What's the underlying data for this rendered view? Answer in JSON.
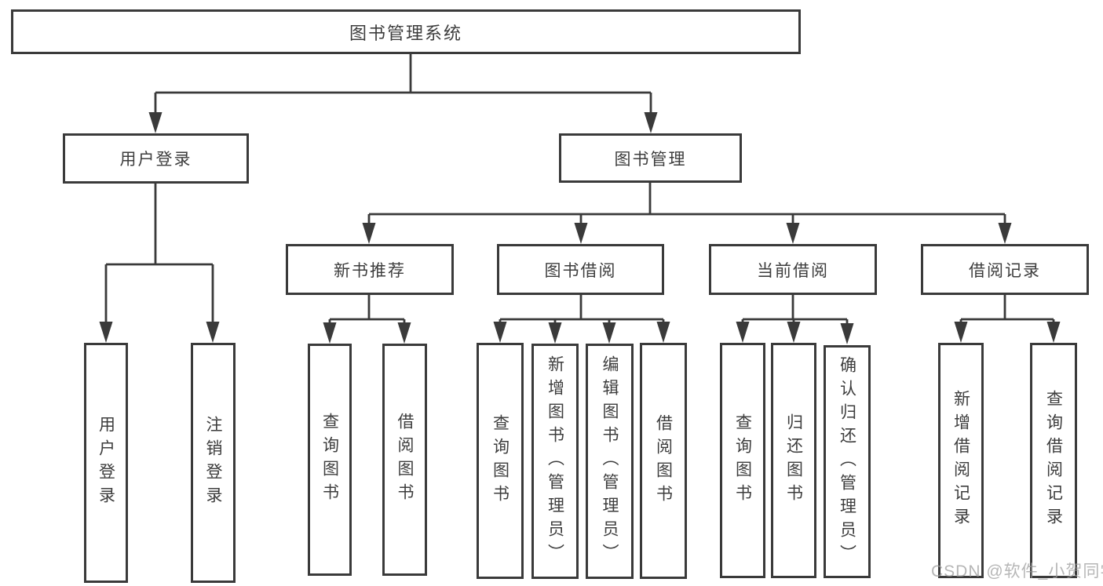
{
  "colors": {
    "line": "#3a3a3a",
    "node_border": "#3a3a3a",
    "node_fill": "#ffffff",
    "text": "#3d3d3d",
    "watermark_text": "#9e9e9e"
  },
  "watermark": "CSDN @软件_小贺同学",
  "tree": {
    "label": "图书管理系统",
    "children": [
      {
        "label": "用户登录",
        "children": [
          {
            "label": "用户登录"
          },
          {
            "label": "注销登录"
          }
        ]
      },
      {
        "label": "图书管理",
        "children": [
          {
            "label": "新书推荐",
            "children": [
              {
                "label": "查询图书"
              },
              {
                "label": "借阅图书"
              }
            ]
          },
          {
            "label": "图书借阅",
            "children": [
              {
                "label": "查询图书"
              },
              {
                "label": "新增图书（管理员）"
              },
              {
                "label": "编辑图书（管理员）"
              },
              {
                "label": "借阅图书"
              }
            ]
          },
          {
            "label": "当前借阅",
            "children": [
              {
                "label": "查询图书"
              },
              {
                "label": "归还图书"
              },
              {
                "label": "确认归还（管理员）"
              }
            ]
          },
          {
            "label": "借阅记录",
            "children": [
              {
                "label": "新增借阅记录"
              },
              {
                "label": "查询借阅记录"
              }
            ]
          }
        ]
      }
    ]
  }
}
